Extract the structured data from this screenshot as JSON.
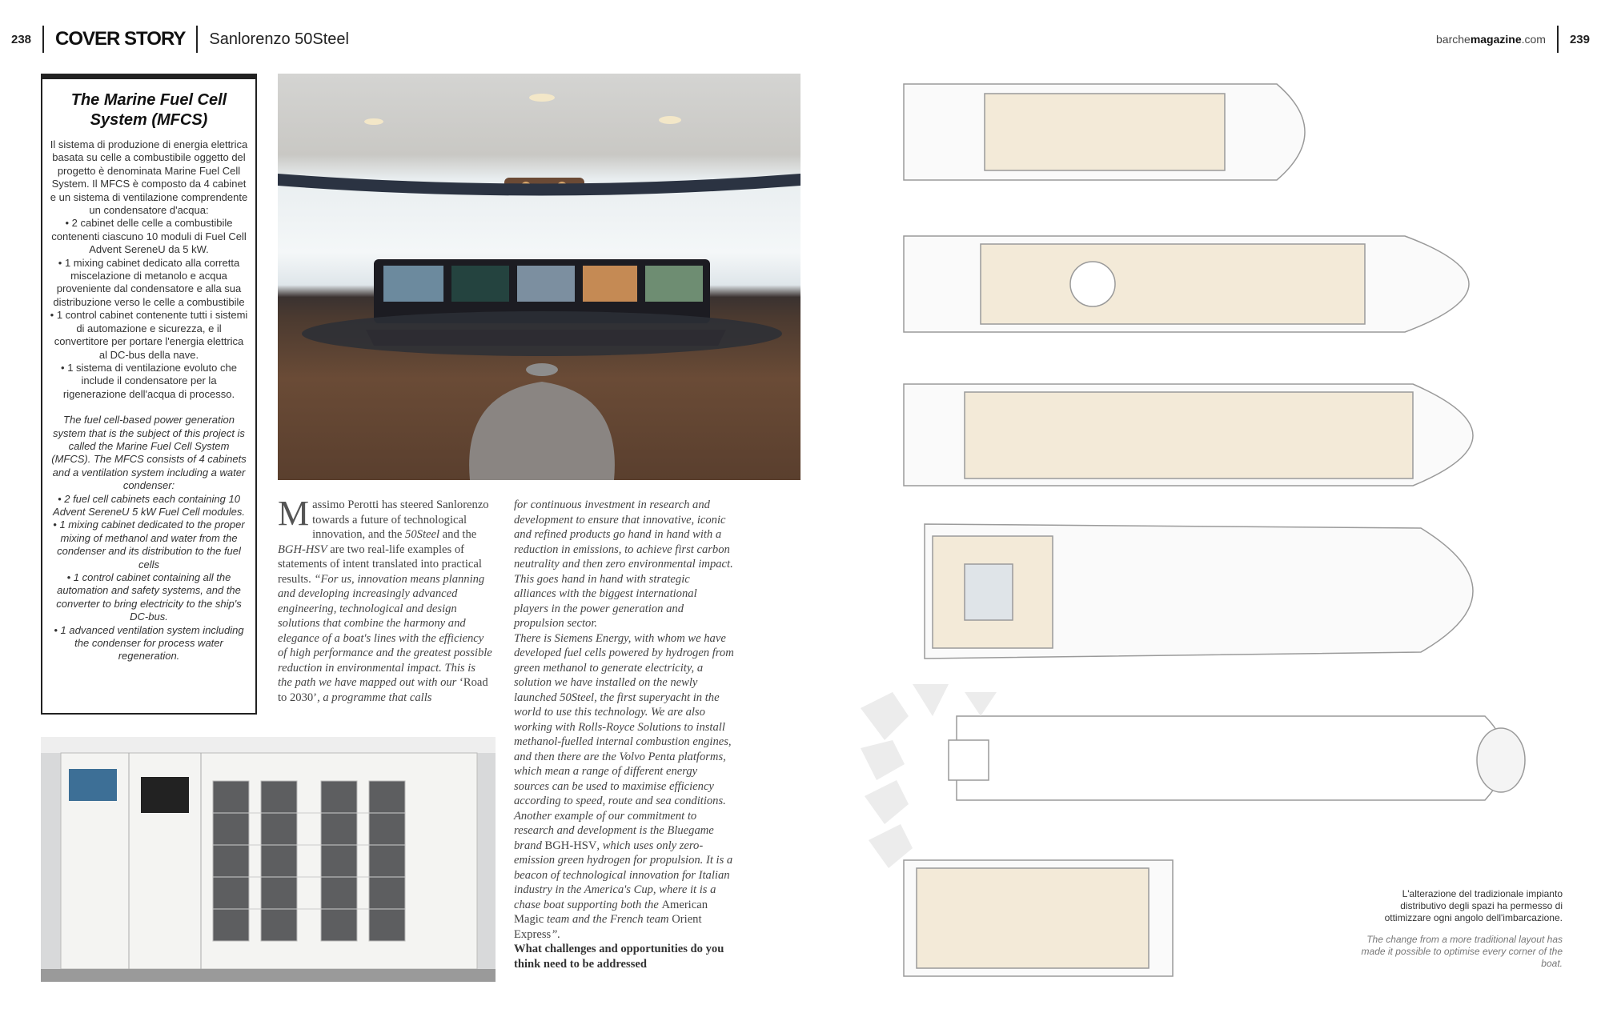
{
  "header": {
    "left_page_number": "238",
    "section": "COVER STORY",
    "subtitle": "Sanlorenzo 50Steel",
    "site_prefix": "barche",
    "site_bold": "magazine",
    "site_suffix": ".com",
    "right_page_number": "239"
  },
  "sidebar": {
    "title": "The Marine Fuel Cell System (MFCS)",
    "italian": "Il sistema di produzione di energia elettrica basata su celle a combustibile oggetto del progetto è denominata Marine Fuel Cell System. Il MFCS è composto da 4 cabinet e un sistema di ventilazione comprendente un condensatore d'acqua:\n• 2 cabinet delle celle a combustibile contenenti ciascuno 10 moduli di Fuel Cell Advent SereneU da 5 kW.\n• 1 mixing cabinet dedicato alla corretta miscelazione di metanolo e acqua proveniente dal condensatore e alla sua distribuzione verso le celle a combustibile\n• 1 control cabinet contenente tutti i sistemi di automazione e sicurezza, e il convertitore per portare l'energia elettrica al DC-bus della nave.\n• 1 sistema di ventilazione evoluto che include il condensatore per la rigenerazione dell'acqua di processo.",
    "english": "The fuel cell-based power generation system that is the subject of this project is called the Marine Fuel Cell System (MFCS). The MFCS consists of 4 cabinets and a ventilation system including a water condenser:\n• 2 fuel cell cabinets each containing 10 Advent SereneU 5 kW Fuel Cell modules.\n• 1 mixing cabinet dedicated to the proper mixing of methanol and water from the condenser and its distribution to the fuel cells\n• 1 control cabinet containing all the automation and safety systems, and the converter to bring electricity to the ship's DC-bus.\n• 1 advanced ventilation system including the condenser for process water regeneration."
  },
  "article": {
    "dropcap": "M",
    "p1_a": "assimo Perotti has steered Sanlorenzo towards a future of technological innovation, and the ",
    "p1_em1": "50Steel",
    "p1_b": " and the ",
    "p1_em2": "BGH-HSV",
    "p1_c": " are two real-life examples of statements of intent translated into practical results. ",
    "p1_quote": "“For us, innovation means planning and developing increasingly advanced engineering, technological and design solutions that combine the harmony and elegance of a boat's lines with the efficiency of high performance and the greatest possible reduction in environmental impact. This is the path we have mapped out with our ",
    "p1_road": "‘Road to 2030’",
    "p1_d": ", a programme that calls",
    "c2_a": "for continuous investment in research and development to ensure that innovative, iconic and refined products go hand in hand with a reduction in emissions, to achieve first carbon neutrality and then zero environmental impact. This goes hand in hand with strategic alliances with the biggest international players in the power generation and propulsion sector.",
    "c2_b": "There is Siemens Energy, with whom we have developed fuel cells powered by hydrogen from green methanol to generate electricity, a solution we have installed on the newly launched 50Steel, the first superyacht in the world to use this technology. We are also working with Rolls-Royce Solutions to install methanol-fuelled internal combustion engines, and then there are the Volvo Penta platforms, which mean a range of different energy sources can be used to maximise efficiency according to speed, route and sea conditions. Another example of our commitment to research and development is the Bluegame brand ",
    "c2_bgh": "BGH-HSV",
    "c2_c": ", which uses only zero-emission green hydrogen for propulsion. It is a beacon of technological innovation for Italian industry in the America's Cup, where it is a chase boat supporting both the ",
    "c2_am": "American Magic",
    "c2_d": " team and the French team ",
    "c2_oe": "Orient Express",
    "c2_e": "”.",
    "question": "What challenges and opportunities do you think need to be addressed"
  },
  "caption": {
    "italian": "L'alterazione del tradizionale impianto distributivo degli spazi ha permesso di ottimizzare ogni angolo dell'imbarcazione.",
    "english": "The change from a more traditional layout has made it possible to optimise every corner of the boat."
  },
  "colors": {
    "text": "#222222",
    "plan_fill": "#f3ead8",
    "plan_line": "#9a9a9a"
  }
}
